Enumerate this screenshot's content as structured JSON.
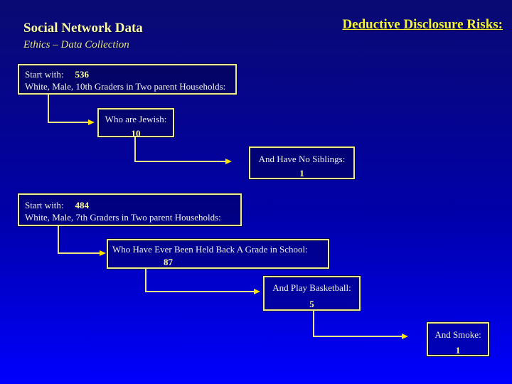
{
  "slide": {
    "title": "Social Network Data",
    "subtitle": "Ethics – Data Collection",
    "heading_right": "Deductive Disclosure Risks:"
  },
  "colors": {
    "background_top": "#0a0a72",
    "background_bottom": "#0000fe",
    "title_yellow": "#fafaa8",
    "heading_yellow": "#f2f23c",
    "box_border": "#ecec8f",
    "box_text": "#f2f2f2",
    "value_yellow": "#ffff99",
    "connector_line": "#ece682",
    "arrowhead": "#ffe400"
  },
  "boxes": [
    {
      "prefix": "Start with:",
      "value": "536",
      "desc": "White, Male, 10th Graders in Two parent Households:"
    },
    {
      "label": "Who are Jewish:",
      "value": "10"
    },
    {
      "label": "And Have No Siblings:",
      "value": "1"
    },
    {
      "prefix": "Start with:",
      "value": "484",
      "desc": "White, Male, 7th Graders in Two parent Households:"
    },
    {
      "label": "Who Have Ever Been Held Back A Grade in School:",
      "value": "87"
    },
    {
      "label": "And Play Basketball:",
      "value": "5"
    },
    {
      "label": "And Smoke:",
      "value": "1"
    }
  ]
}
